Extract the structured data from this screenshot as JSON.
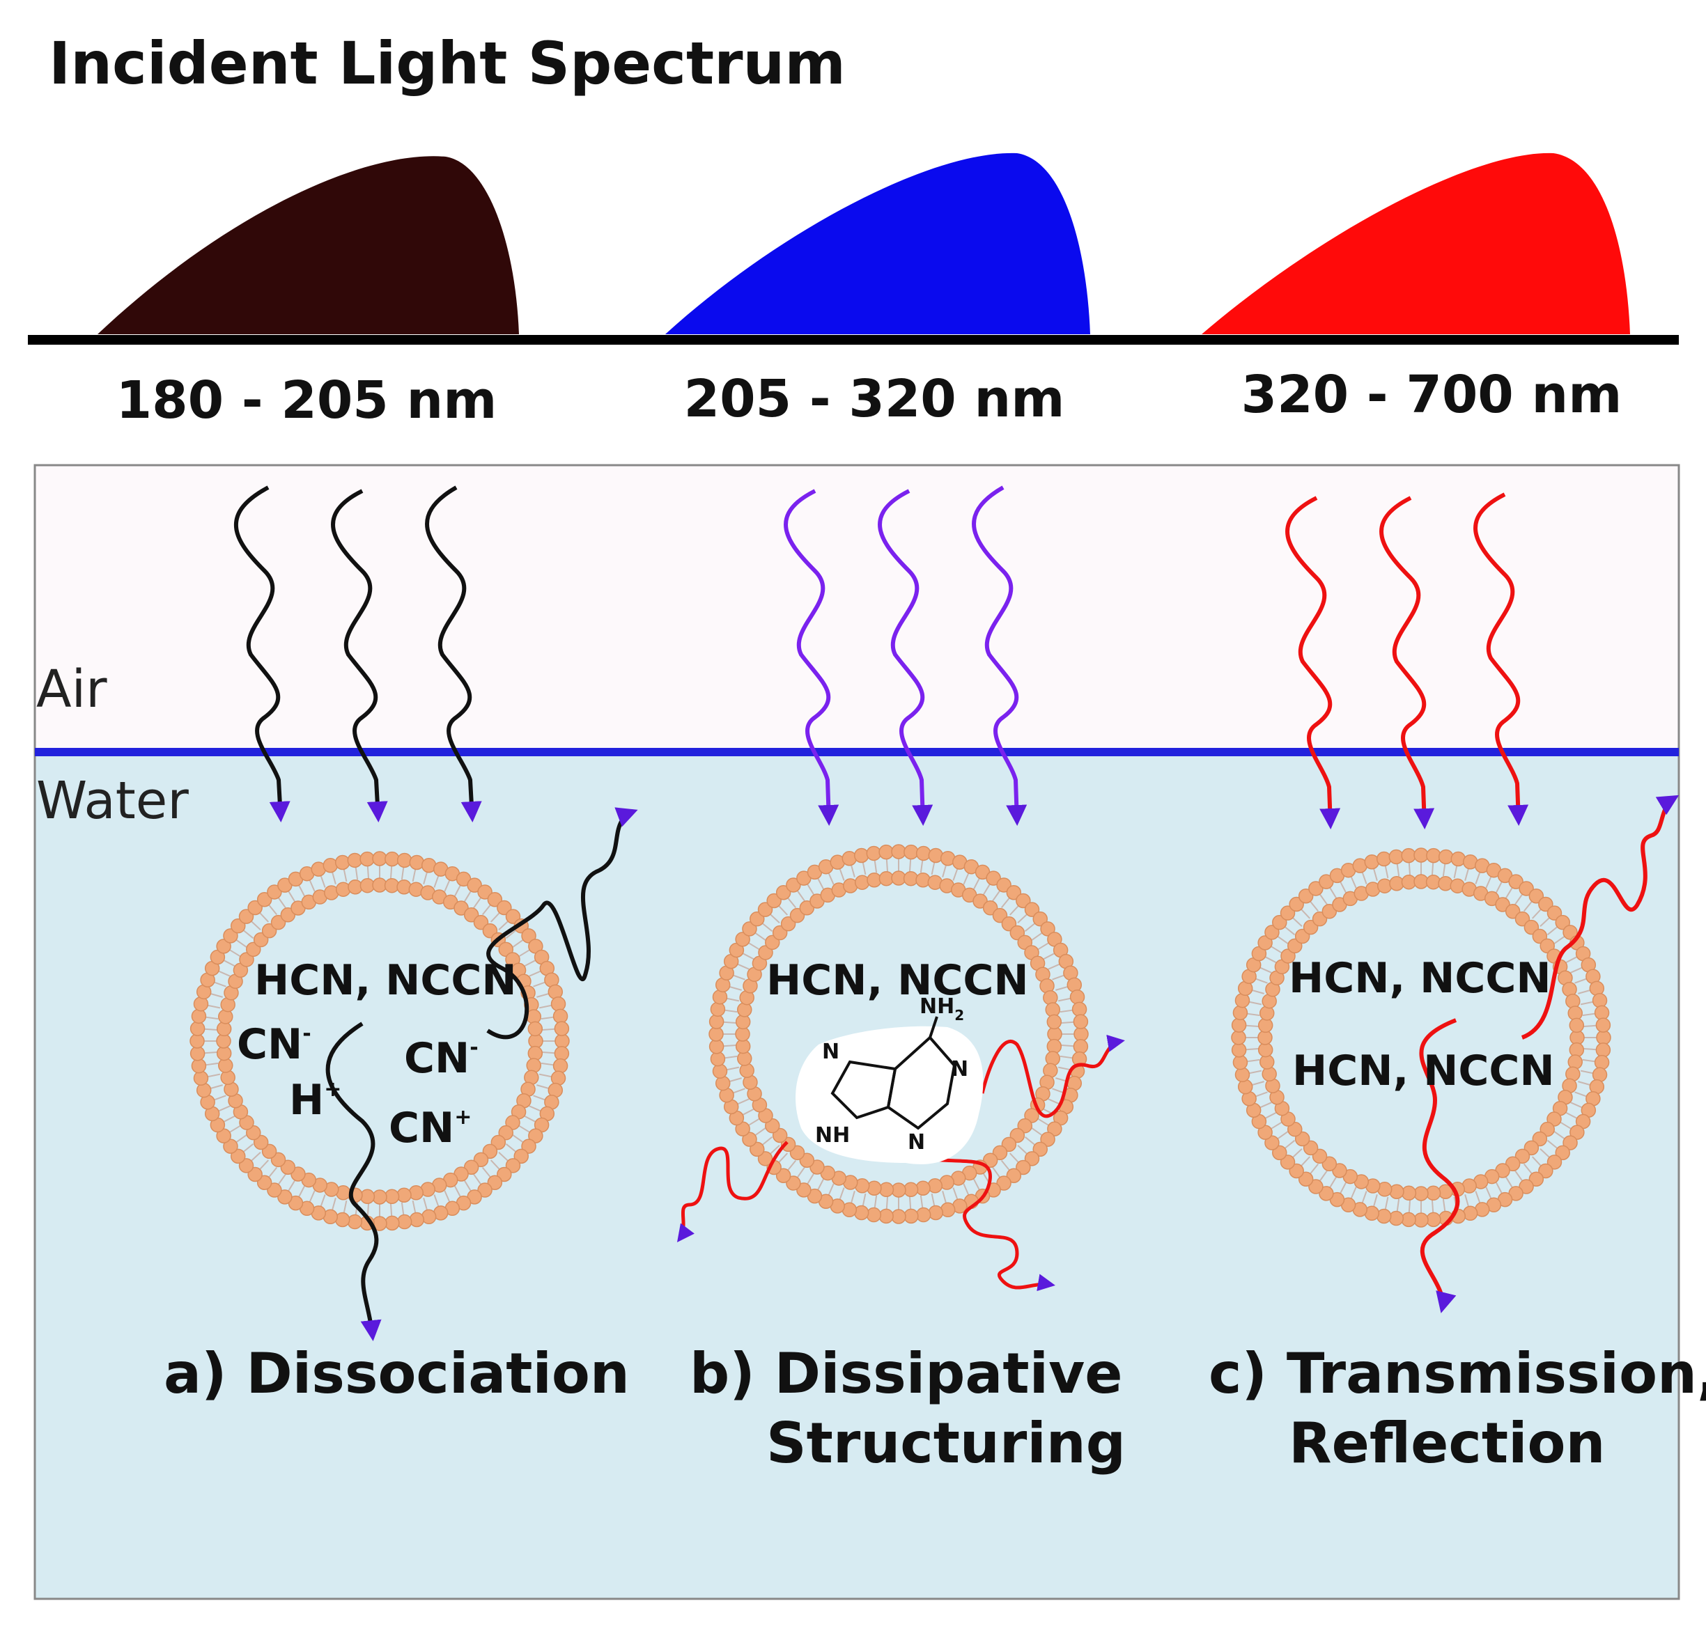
{
  "title": "Incident Light Spectrum",
  "bands": [
    {
      "label": "180 - 205 nm",
      "color": "#300808"
    },
    {
      "label": "205 - 320 nm",
      "color": "#0a0aee"
    },
    {
      "label": "320 - 700 nm",
      "color": "#ff0a0a"
    }
  ],
  "media": {
    "air": "Air",
    "water": "Water"
  },
  "colors": {
    "air_bg": "#fdf9fb",
    "water_bg": "#d7ebf2",
    "interface": "#2222dd",
    "photon_uv_c": "#111111",
    "photon_uv": "#7a22ee",
    "photon_visible": "#ee1111",
    "arrowhead": "#5a1adc",
    "membrane": "#f0a878"
  },
  "vesicles": {
    "a": {
      "contents": "HCN, NCCN",
      "ion1": "CN",
      "ion1_sup": "-",
      "ion2": "H",
      "ion2_sup": "+",
      "ion3": "CN",
      "ion3_sup": "-",
      "ion4": "CN",
      "ion4_sup": "+",
      "caption": "a) Dissociation"
    },
    "b": {
      "contents": "HCN, NCCN",
      "molecule_name": "adenine-icon",
      "atom_n": "N",
      "atom_nh": "NH",
      "atom_nh2": "NH",
      "atom_nh2_sub": "2",
      "caption_line1": "b) Dissipative",
      "caption_line2": "Structuring"
    },
    "c": {
      "contents": "HCN, NCCN",
      "contents2": "HCN, NCCN",
      "caption_line1": "c) Transmission,",
      "caption_line2": "Reflection"
    }
  }
}
